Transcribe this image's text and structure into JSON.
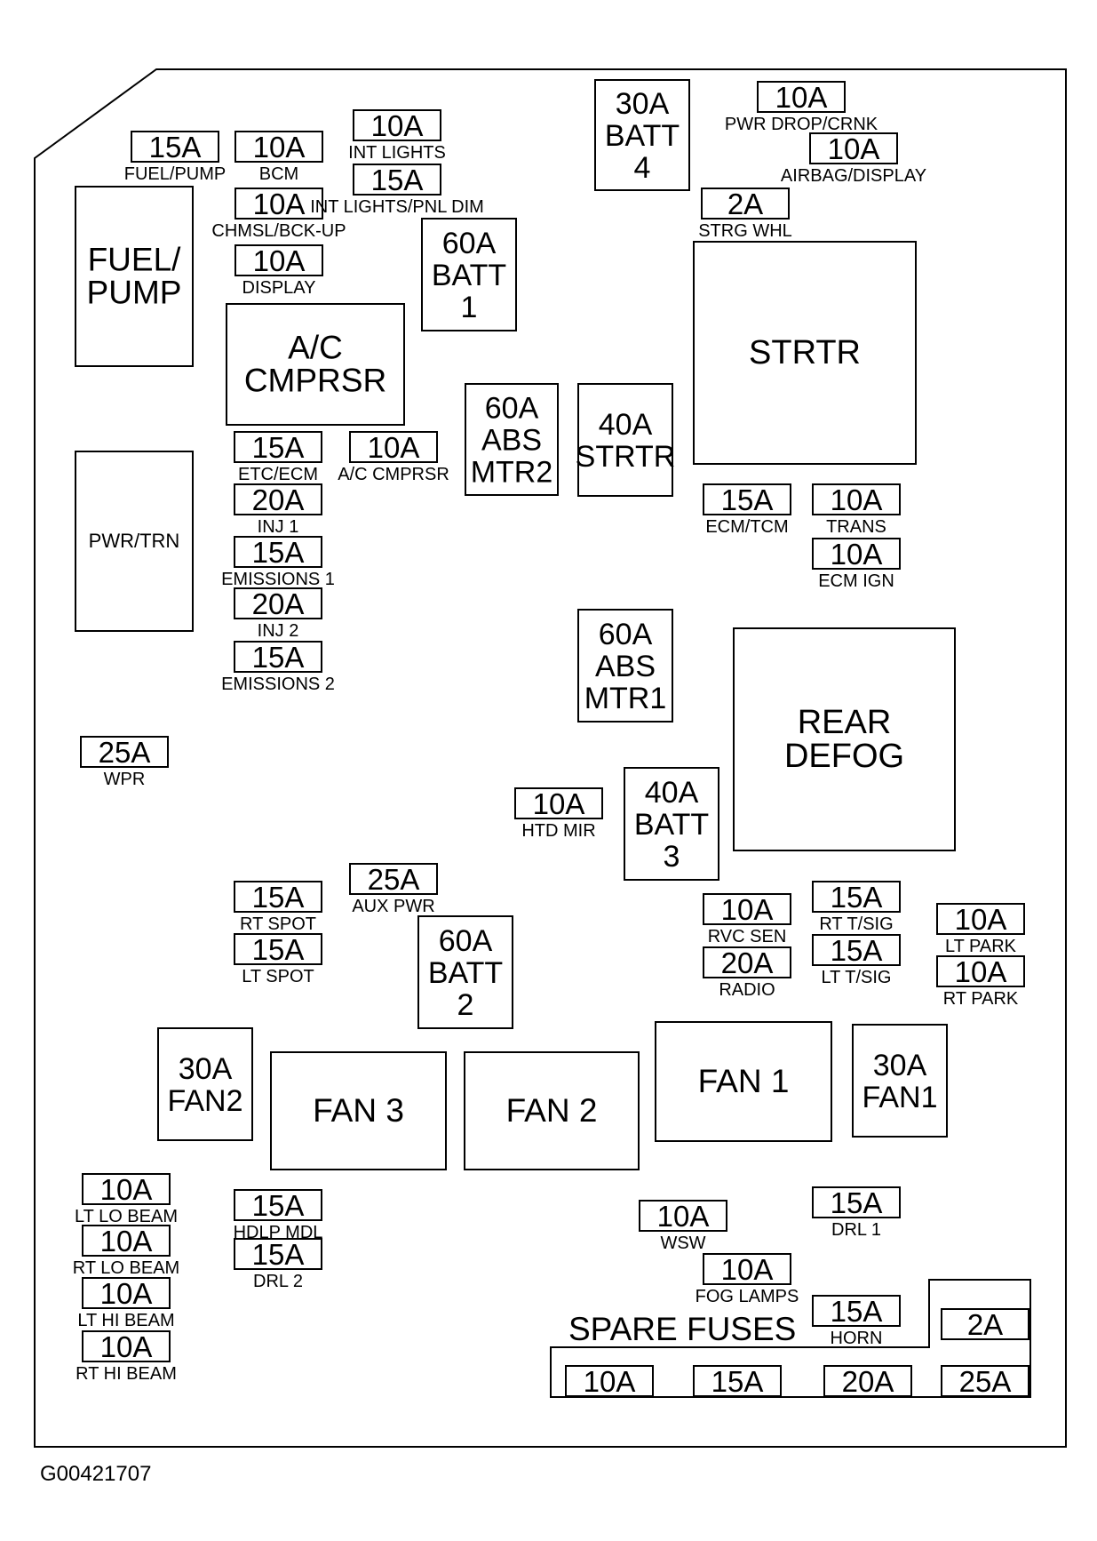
{
  "figure_id": "G00421707",
  "mini_fuses": [
    {
      "id": "f_fuel_pump",
      "rating": "15A",
      "label": "FUEL/PUMP"
    },
    {
      "id": "f_bcm",
      "rating": "10A",
      "label": "BCM"
    },
    {
      "id": "f_int_lights",
      "rating": "10A",
      "label": "INT LIGHTS"
    },
    {
      "id": "f_int_pnl_dim",
      "rating": "15A",
      "label": "INT LIGHTS/PNL DIM"
    },
    {
      "id": "f_chmsl",
      "rating": "10A",
      "label": "CHMSL/BCK-UP"
    },
    {
      "id": "f_display",
      "rating": "10A",
      "label": "DISPLAY"
    },
    {
      "id": "f_pwr_drop",
      "rating": "10A",
      "label": "PWR DROP/CRNK"
    },
    {
      "id": "f_airbag",
      "rating": "10A",
      "label": "AIRBAG/DISPLAY"
    },
    {
      "id": "f_strg_whl",
      "rating": "2A",
      "label": "STRG WHL"
    },
    {
      "id": "f_etc_ecm",
      "rating": "15A",
      "label": "ETC/ECM"
    },
    {
      "id": "f_ac_cmprsr",
      "rating": "10A",
      "label": "A/C CMPRSR"
    },
    {
      "id": "f_inj1",
      "rating": "20A",
      "label": "INJ 1"
    },
    {
      "id": "f_emis1",
      "rating": "15A",
      "label": "EMISSIONS 1"
    },
    {
      "id": "f_inj2",
      "rating": "20A",
      "label": "INJ 2"
    },
    {
      "id": "f_emis2",
      "rating": "15A",
      "label": "EMISSIONS 2"
    },
    {
      "id": "f_ecm_tcm",
      "rating": "15A",
      "label": "ECM/TCM"
    },
    {
      "id": "f_trans",
      "rating": "10A",
      "label": "TRANS"
    },
    {
      "id": "f_ecm_ign",
      "rating": "10A",
      "label": "ECM IGN"
    },
    {
      "id": "f_wpr",
      "rating": "25A",
      "label": "WPR"
    },
    {
      "id": "f_htd_mir",
      "rating": "10A",
      "label": "HTD MIR"
    },
    {
      "id": "f_aux_pwr",
      "rating": "25A",
      "label": "AUX PWR"
    },
    {
      "id": "f_rt_spot",
      "rating": "15A",
      "label": "RT SPOT"
    },
    {
      "id": "f_lt_spot",
      "rating": "15A",
      "label": "LT SPOT"
    },
    {
      "id": "f_rvc_sen",
      "rating": "10A",
      "label": "RVC SEN"
    },
    {
      "id": "f_radio",
      "rating": "20A",
      "label": "RADIO"
    },
    {
      "id": "f_rt_tsig",
      "rating": "15A",
      "label": "RT T/SIG"
    },
    {
      "id": "f_lt_tsig",
      "rating": "15A",
      "label": "LT T/SIG"
    },
    {
      "id": "f_lt_park",
      "rating": "10A",
      "label": "LT PARK"
    },
    {
      "id": "f_rt_park",
      "rating": "10A",
      "label": "RT PARK"
    },
    {
      "id": "f_lt_lo",
      "rating": "10A",
      "label": "LT LO BEAM"
    },
    {
      "id": "f_rt_lo",
      "rating": "10A",
      "label": "RT LO BEAM"
    },
    {
      "id": "f_lt_hi",
      "rating": "10A",
      "label": "LT HI BEAM"
    },
    {
      "id": "f_rt_hi",
      "rating": "10A",
      "label": "RT HI BEAM"
    },
    {
      "id": "f_hdlp_mdl",
      "rating": "15A",
      "label": "HDLP MDL"
    },
    {
      "id": "f_drl2",
      "rating": "15A",
      "label": "DRL 2"
    },
    {
      "id": "f_wsw",
      "rating": "10A",
      "label": "WSW"
    },
    {
      "id": "f_drl1",
      "rating": "15A",
      "label": "DRL 1"
    },
    {
      "id": "f_fog",
      "rating": "10A",
      "label": "FOG LAMPS"
    },
    {
      "id": "f_horn",
      "rating": "15A",
      "label": "HORN"
    }
  ],
  "cartridge_fuses": [
    {
      "id": "c_batt4",
      "lines": [
        "30A",
        "BATT",
        "4"
      ]
    },
    {
      "id": "c_batt1",
      "lines": [
        "60A",
        "BATT",
        "1"
      ]
    },
    {
      "id": "c_abs2",
      "lines": [
        "60A",
        "ABS",
        "MTR2"
      ]
    },
    {
      "id": "c_strtr40",
      "lines": [
        "40A",
        "STRTR"
      ]
    },
    {
      "id": "c_abs1",
      "lines": [
        "60A",
        "ABS",
        "MTR1"
      ]
    },
    {
      "id": "c_batt3",
      "lines": [
        "40A",
        "BATT",
        "3"
      ]
    },
    {
      "id": "c_batt2",
      "lines": [
        "60A",
        "BATT",
        "2"
      ]
    },
    {
      "id": "c_fan2",
      "lines": [
        "30A",
        "FAN2"
      ]
    },
    {
      "id": "c_fan1",
      "lines": [
        "30A",
        "FAN1"
      ]
    }
  ],
  "relays": [
    {
      "id": "r_fuel_pump",
      "lines": [
        "FUEL/",
        "PUMP"
      ]
    },
    {
      "id": "r_ac",
      "lines": [
        "A/C",
        "CMPRSR"
      ]
    },
    {
      "id": "r_pwr_trn",
      "lines": [
        "PWR/TRN"
      ]
    },
    {
      "id": "r_strtr",
      "lines": [
        "STRTR"
      ]
    },
    {
      "id": "r_rear_defog",
      "lines": [
        "REAR",
        "DEFOG"
      ]
    },
    {
      "id": "r_fan3",
      "lines": [
        "FAN 3"
      ]
    },
    {
      "id": "r_fan2",
      "lines": [
        "FAN 2"
      ]
    },
    {
      "id": "r_fan1",
      "lines": [
        "FAN 1"
      ]
    }
  ],
  "spare": {
    "label": "SPARE FUSES",
    "fuses": [
      "2A",
      "10A",
      "15A",
      "20A",
      "25A"
    ]
  }
}
